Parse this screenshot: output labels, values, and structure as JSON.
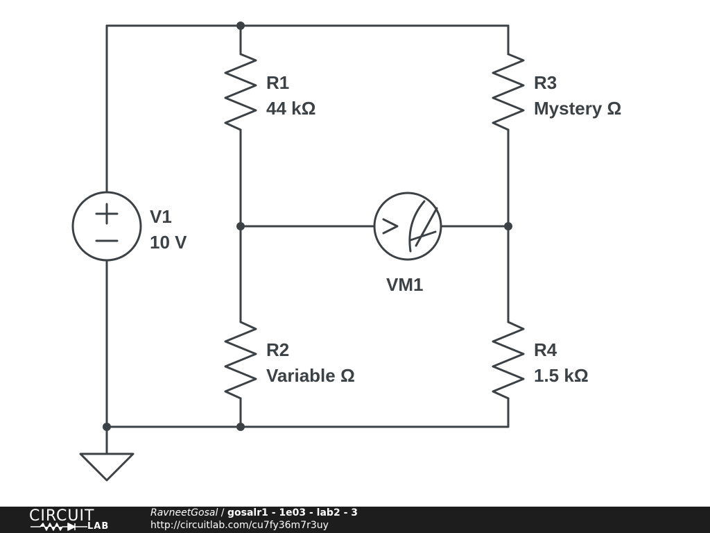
{
  "schematic": {
    "components": {
      "R1": {
        "name": "R1",
        "value": "44 kΩ"
      },
      "R2": {
        "name": "R2",
        "value": "Variable Ω"
      },
      "R3": {
        "name": "R3",
        "value": "Mystery Ω"
      },
      "R4": {
        "name": "R4",
        "value": "1.5 kΩ"
      },
      "V1": {
        "name": "V1",
        "value": "10 V"
      },
      "VM1": {
        "name": "VM1"
      }
    },
    "colors": {
      "ink": "#3b4145",
      "footer_bg": "#1d1d1d",
      "footer_text": "#ffffff"
    }
  },
  "footer": {
    "logo_top": "CIRCUIT",
    "logo_bottom": "LAB",
    "author": "RavneetGosal",
    "separator": " / ",
    "title": "gosalr1 - 1e03 - lab2 - 3",
    "url": "http://circuitlab.com/cu7fy36m7r3uy"
  }
}
